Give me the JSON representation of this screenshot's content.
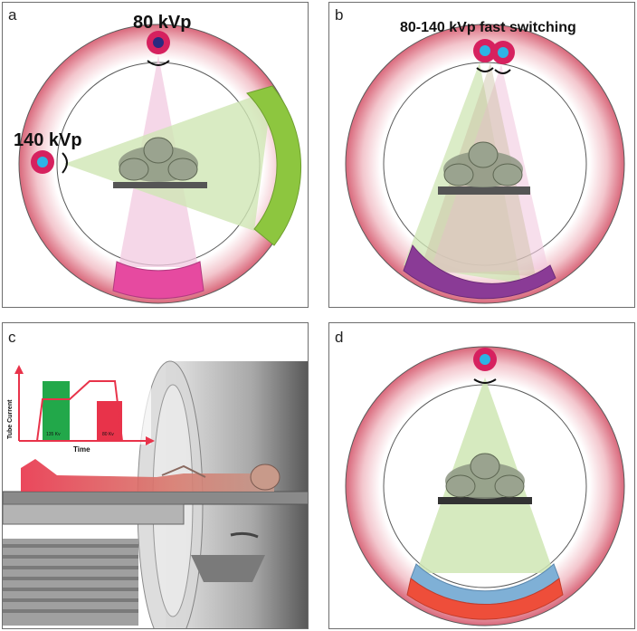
{
  "panels": {
    "a": {
      "letter": "a",
      "tube_top_label": "80 kVp",
      "tube_left_label": "140 kVp"
    },
    "b": {
      "letter": "b",
      "tube_label": "80-140 kVp fast switching"
    },
    "c": {
      "letter": "c",
      "y_axis_label": "Tube Current",
      "x_axis_label": "Time",
      "bar1_label": "135 Kv",
      "bar2_label": "80 Kv"
    },
    "d": {
      "letter": "d"
    }
  },
  "colors": {
    "gantry": "#e8a4ae",
    "gantry_dark": "#d45f74",
    "tube_outer": "#d6215f",
    "tube_inner_blue": "#2db4e6",
    "tube_inner_navy": "#2a2a80",
    "beam_pink": "#f2c9e0",
    "beam_green": "#cfe6b4",
    "detector_pink": "#e64aa0",
    "detector_green": "#8dc63f",
    "detector_purple": "#8a3b96",
    "detector_blue": "#7fb0d6",
    "detector_red": "#ee4e3a",
    "bar_green": "#22a84a",
    "bar_red": "#e8334a",
    "axis_red": "#e8334a"
  }
}
